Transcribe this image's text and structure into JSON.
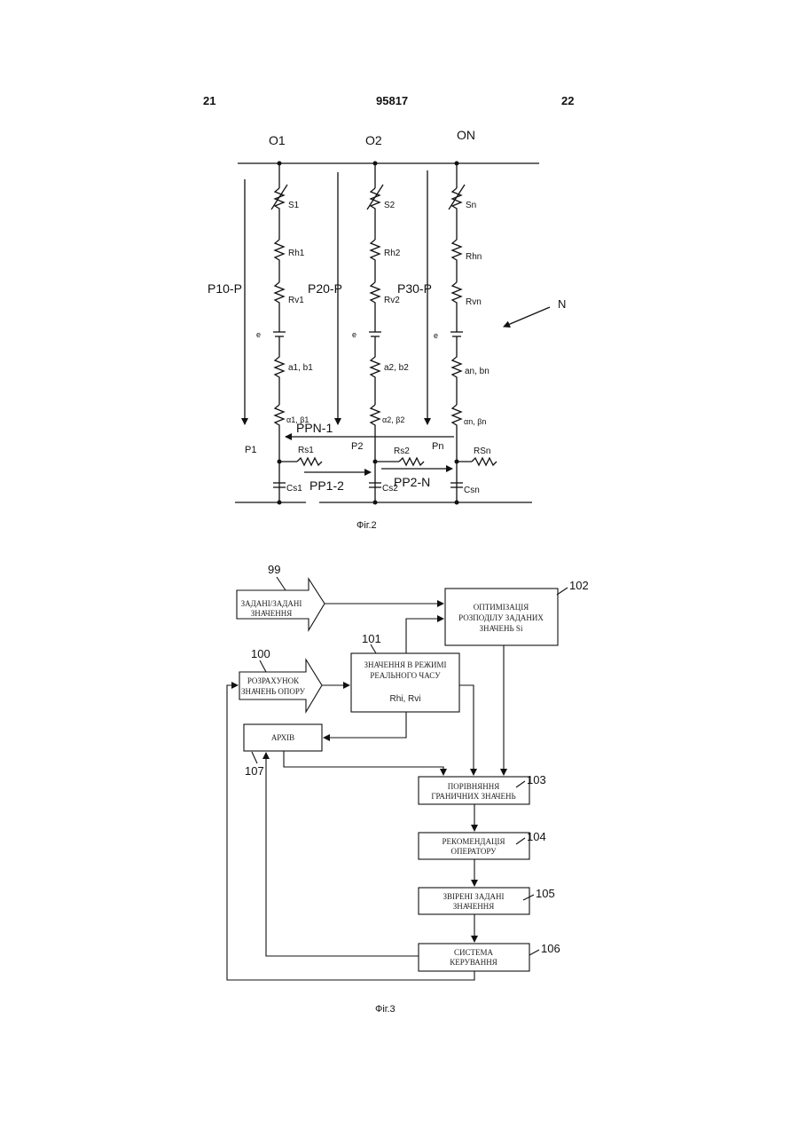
{
  "header": {
    "page_left": "21",
    "patent_number": "95817",
    "page_right": "22"
  },
  "fig2": {
    "caption": "Фіг.2",
    "nodes": [
      "O1",
      "O2",
      "ON"
    ],
    "network_label": "N",
    "columns": [
      {
        "s": "S1",
        "rh": "Rh1",
        "rv": "Rv1",
        "e": "e",
        "ab": "a1, b1",
        "alpha": "α1, β1"
      },
      {
        "s": "S2",
        "rh": "Rh2",
        "rv": "Rv2",
        "e": "e",
        "ab": "a2, b2",
        "alpha": "α2, β2"
      },
      {
        "s": "Sn",
        "rh": "Rhn",
        "rv": "Rvn",
        "e": "e",
        "ab": "an, bn",
        "alpha": "αn, βn"
      }
    ],
    "pressure_drops": [
      "P10-P",
      "P20-P",
      "P30-P"
    ],
    "pressures": [
      "P1",
      "P2",
      "Pn"
    ],
    "branch_resistors": [
      "Rs1",
      "Rs2",
      "RSn"
    ],
    "capacitors": [
      "Cs1",
      "Cs2",
      "Csn"
    ],
    "flows": [
      "PPN-1",
      "PP1-2",
      "PP2-N"
    ]
  },
  "fig3": {
    "caption": "Фіг.3",
    "blocks": {
      "b99": {
        "num": "99",
        "line1": "ЗАДАНІ/ЗАДАНІ",
        "line2": "ЗНАЧЕННЯ"
      },
      "b100": {
        "num": "100",
        "line1": "РОЗРАХУНОК",
        "line2": "ЗНАЧЕНЬ ОПОРУ"
      },
      "b101": {
        "num": "101",
        "line1": "ЗНАЧЕННЯ В РЕЖИМІ",
        "line2": "РЕАЛЬНОГО ЧАСУ",
        "line3": "Rhi, Rvi"
      },
      "b102": {
        "num": "102",
        "line1": "ОПТИМІЗАЦІЯ",
        "line2": "РОЗПОДІЛУ ЗАДАНИХ",
        "line3": "ЗНАЧЕНЬ Si"
      },
      "b103": {
        "num": "103",
        "line1": "ПОРІВНЯННЯ",
        "line2": "ГРАНИЧНИХ ЗНАЧЕНЬ"
      },
      "b104": {
        "num": "104",
        "line1": "РЕКОМЕНДАЦІЯ",
        "line2": "ОПЕРАТОРУ"
      },
      "b105": {
        "num": "105",
        "line1": "ЗВІРЕНІ ЗАДАНІ",
        "line2": "ЗНАЧЕННЯ"
      },
      "b106": {
        "num": "106",
        "line1": "СИСТЕМА",
        "line2": "КЕРУВАННЯ"
      },
      "b107": {
        "num": "107",
        "line1": "АРХІВ"
      }
    }
  }
}
